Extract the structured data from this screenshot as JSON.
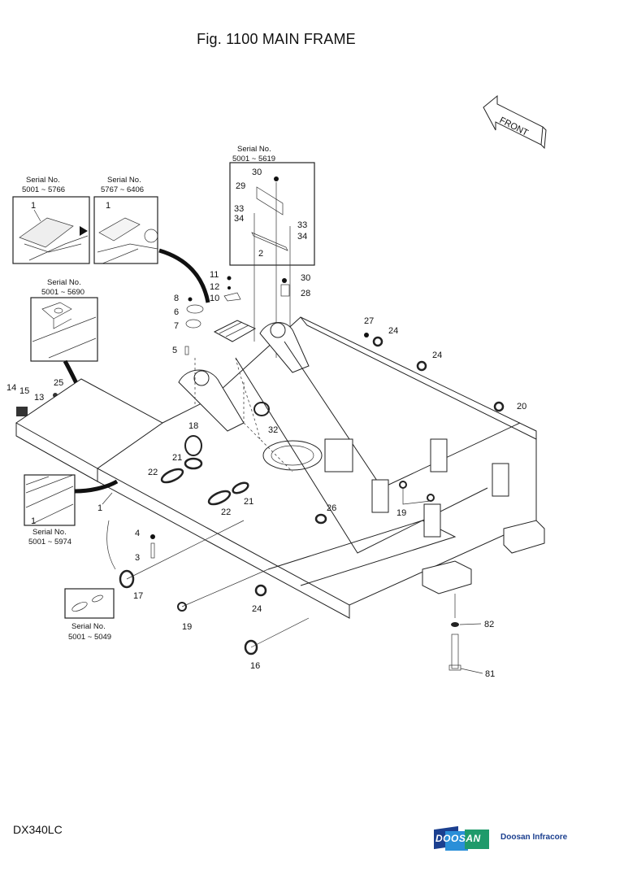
{
  "title": "Fig. 1100 MAIN FRAME",
  "direction_indicator": "FRONT",
  "serial_insets": [
    {
      "label": "Serial No.",
      "range": "5001 ~ 5766",
      "part": "1"
    },
    {
      "label": "Serial No.",
      "range": "5767 ~ 6406",
      "part": "1"
    },
    {
      "label": "Serial No.",
      "range": "5001 ~ 5619",
      "parts": [
        "30",
        "29",
        "33",
        "34",
        "33",
        "34",
        "2"
      ]
    },
    {
      "label": "Serial No.",
      "range": "5001 ~ 5690"
    },
    {
      "label": "Serial No.",
      "range": "5001 ~ 5974",
      "part": "1"
    },
    {
      "label": "Serial No.",
      "range": "5001 ~ 5049"
    }
  ],
  "callouts": {
    "c30a": "30",
    "c29": "29",
    "c33a": "33",
    "c34a": "34",
    "c33b": "33",
    "c34b": "34",
    "c2": "2",
    "c11": "11",
    "c12": "12",
    "c10": "10",
    "c30b": "30",
    "c28": "28",
    "c8": "8",
    "c6": "6",
    "c7": "7",
    "c5": "5",
    "c27": "27",
    "c24a": "24",
    "c24b": "24",
    "c20": "20",
    "c14": "14",
    "c15": "15",
    "c13": "13",
    "c25": "25",
    "c18": "18",
    "c21a": "21",
    "c22a": "22",
    "c21b": "21",
    "c22b": "22",
    "c32": "32",
    "c26": "26",
    "c19a": "19",
    "c1a": "1",
    "c1b": "1",
    "c1c": "1",
    "c1d": "1",
    "c4": "4",
    "c3": "3",
    "c17": "17",
    "c19b": "19",
    "c24c": "24",
    "c16": "16",
    "c82": "82",
    "c81": "81"
  },
  "footer": {
    "model": "DX340LC",
    "brand_logo": "DOOSAN",
    "company": "Doosan Infracore",
    "brand_colors": [
      "#1b3f8f",
      "#2a8fd8",
      "#1f9a6b"
    ]
  }
}
